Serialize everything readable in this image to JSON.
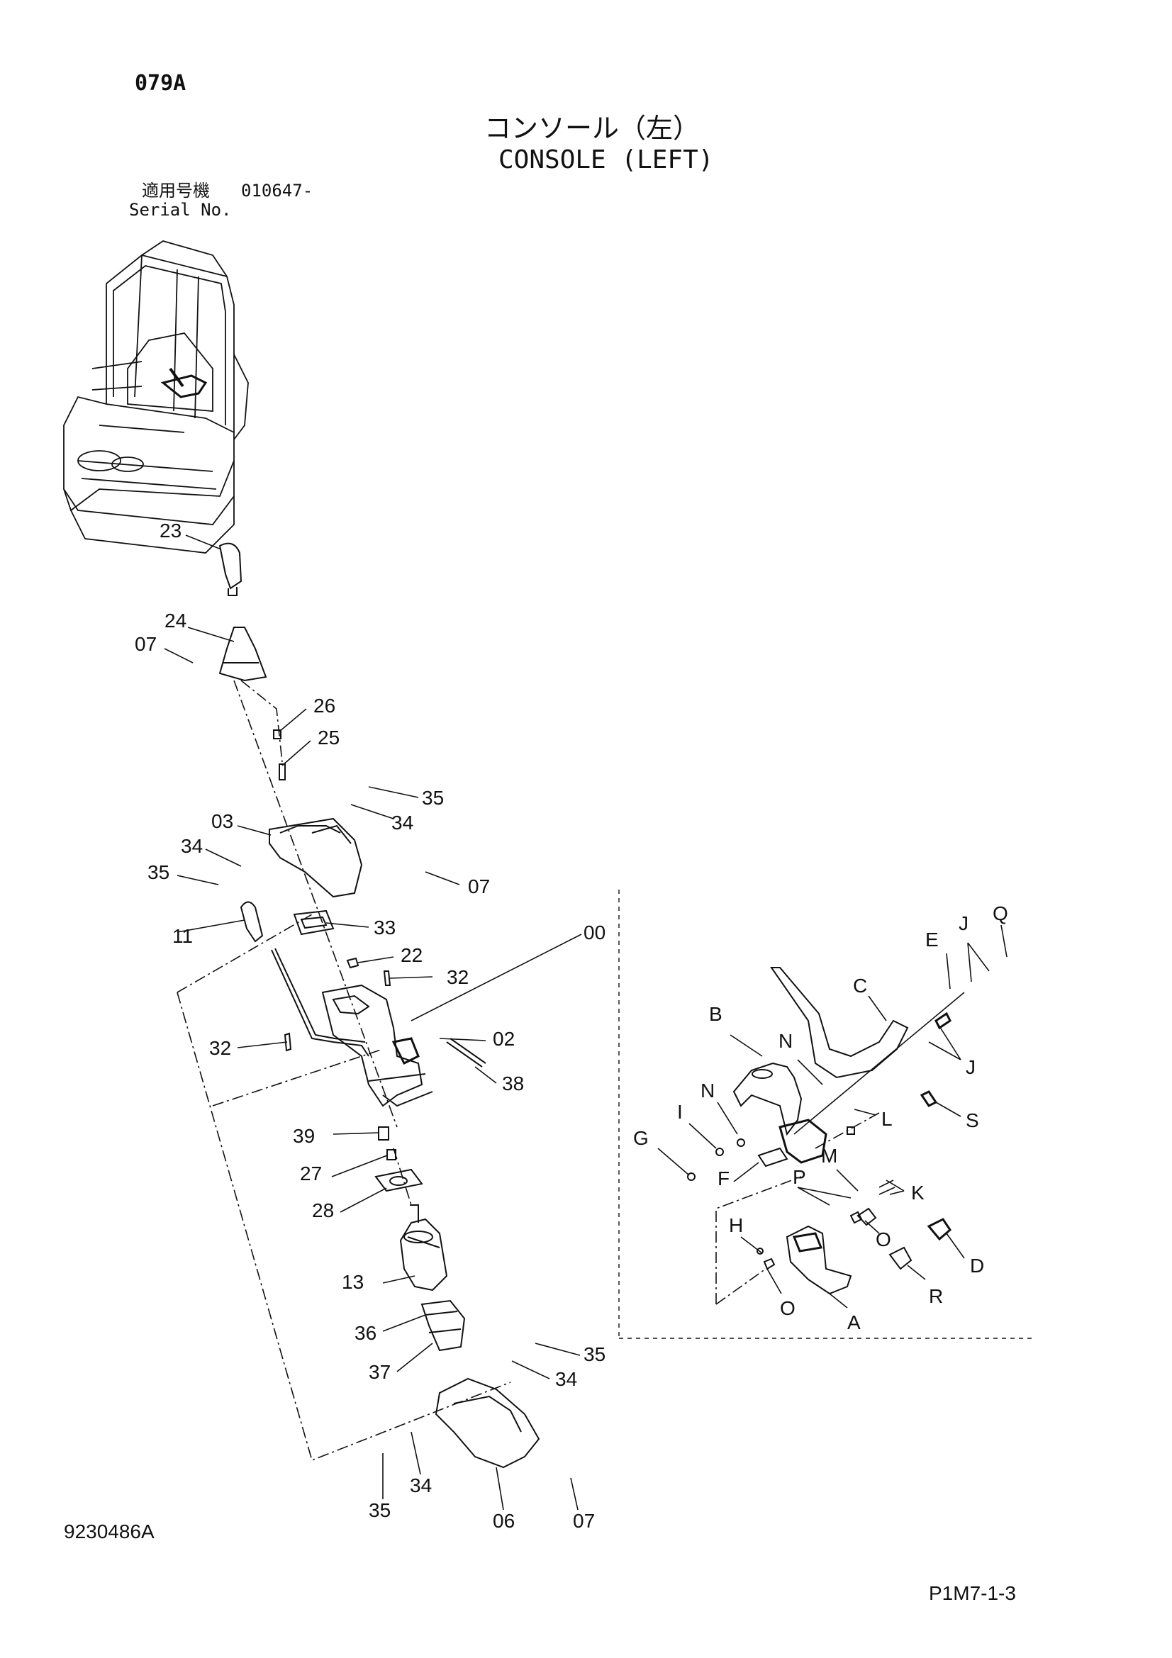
{
  "header": {
    "page_code": "079A",
    "title_jp": "コンソール（左）",
    "title_en": "CONSOLE (LEFT)",
    "serial_label_jp": "適用号機",
    "serial_value": "010647-",
    "serial_label_en": "Serial No."
  },
  "callouts_main": [
    "23",
    "24",
    "07",
    "26",
    "25",
    "35",
    "34",
    "03",
    "34",
    "35",
    "07",
    "11",
    "33",
    "22",
    "32",
    "00",
    "02",
    "32",
    "38",
    "39",
    "27",
    "28",
    "13",
    "36",
    "37",
    "35",
    "34",
    "34",
    "35",
    "06",
    "07"
  ],
  "callouts_inset": [
    "Q",
    "J",
    "E",
    "C",
    "B",
    "N",
    "J",
    "N",
    "S",
    "L",
    "I",
    "G",
    "F",
    "M",
    "P",
    "K",
    "H",
    "O",
    "D",
    "O",
    "R",
    "A"
  ],
  "footer": {
    "drawing_number": "9230486A",
    "page_ref": "P1M7-1-3"
  }
}
